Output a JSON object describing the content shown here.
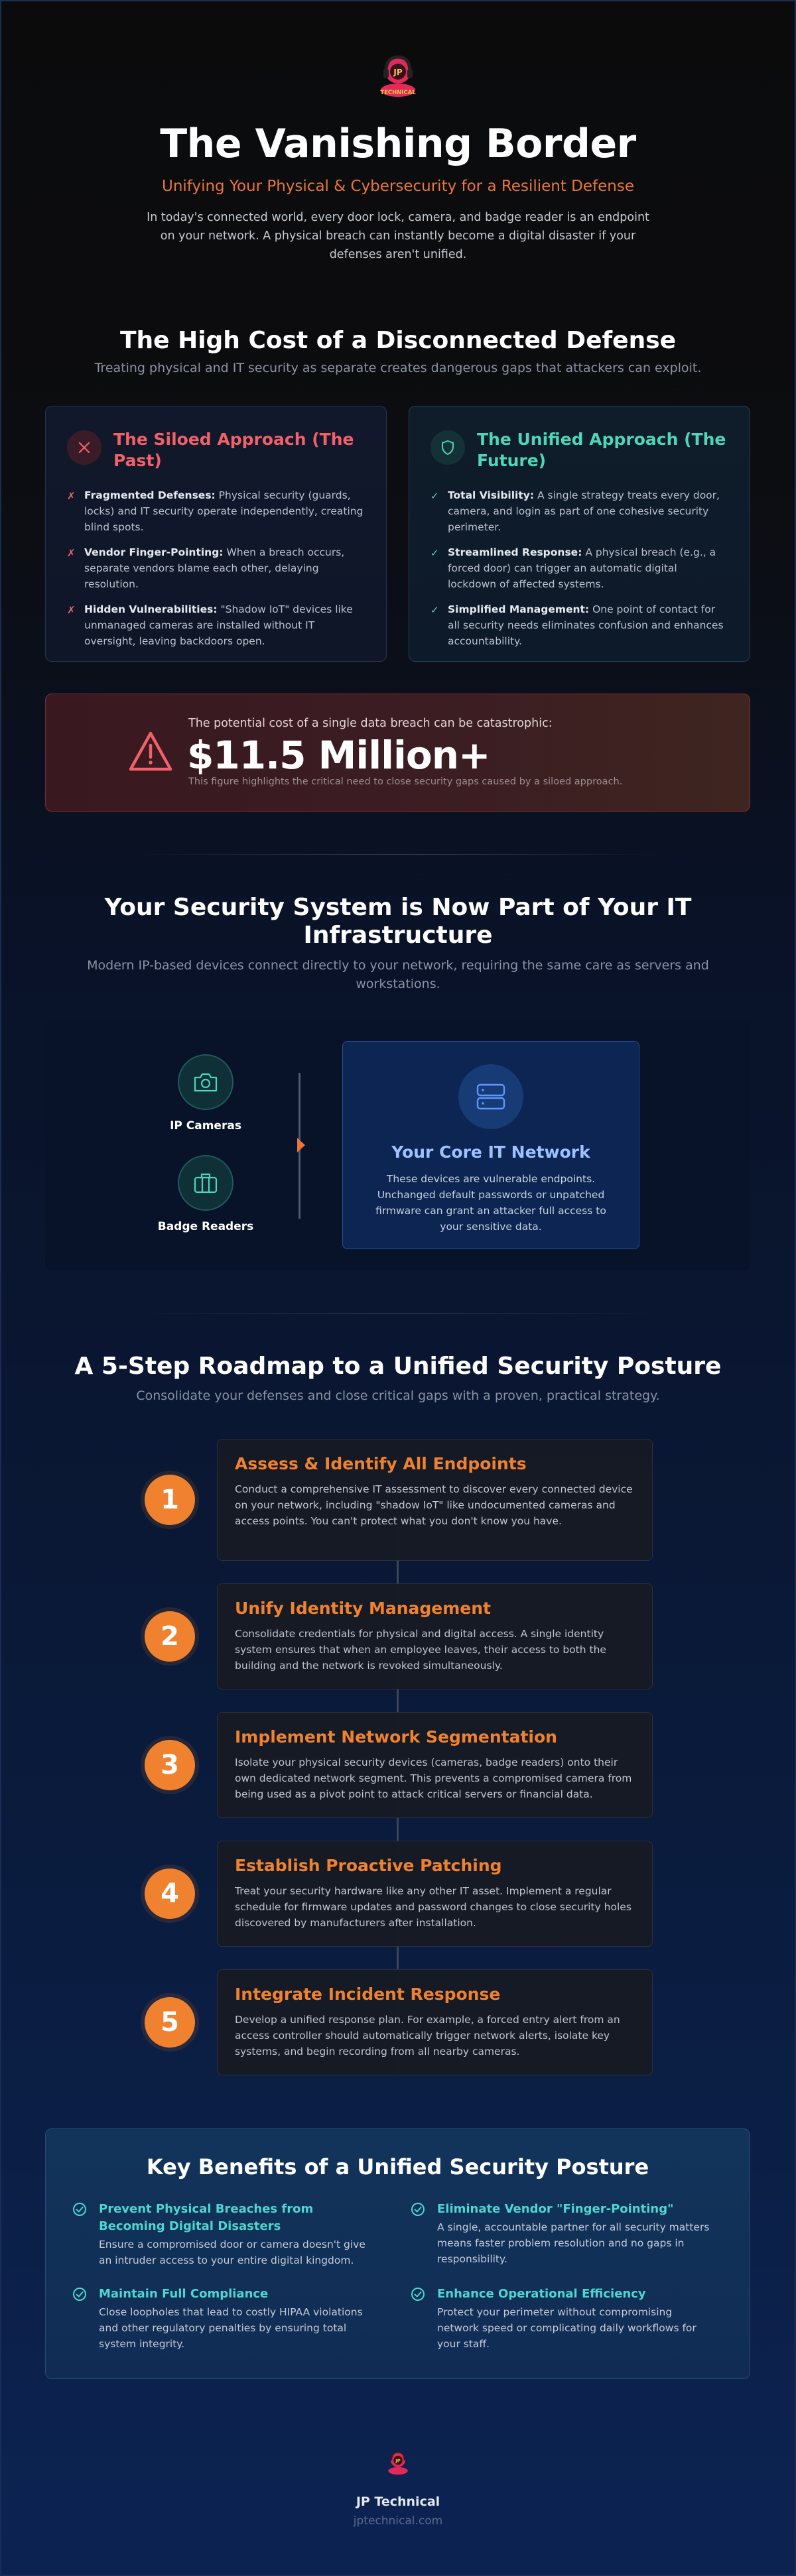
{
  "brand": {
    "logo_text": "JP TECHNICAL",
    "name": "JP Technical",
    "url": "jptechnical.com"
  },
  "hero": {
    "title": "The Vanishing Border",
    "subtitle": "Unifying Your Physical & Cybersecurity for a Resilient Defense",
    "description": "In today's connected world, every door lock, camera, and badge reader is an endpoint on your network. A physical breach can instantly become a digital disaster if your defenses aren't unified."
  },
  "cost_section": {
    "title": "The High Cost of a Disconnected Defense",
    "subtitle": "Treating physical and IT security as separate creates dangerous gaps that attackers can exploit.",
    "siloed": {
      "icon": "x-icon",
      "title": "The Siloed Approach (The Past)",
      "items": [
        {
          "bold": "Fragmented Defenses:",
          "text": " Physical security (guards, locks) and IT security operate independently, creating blind spots."
        },
        {
          "bold": "Vendor Finger-Pointing:",
          "text": " When a breach occurs, separate vendors blame each other, delaying resolution."
        },
        {
          "bold": "Hidden Vulnerabilities:",
          "text": " \"Shadow IoT\" devices like unmanaged cameras are installed without IT oversight, leaving backdoors open."
        }
      ]
    },
    "unified": {
      "icon": "shield-icon",
      "title": "The Unified Approach (The Future)",
      "items": [
        {
          "bold": "Total Visibility:",
          "text": " A single strategy treats every door, camera, and login as part of one cohesive security perimeter."
        },
        {
          "bold": "Streamlined Response:",
          "text": " A physical breach (e.g., a forced door) can trigger an automatic digital lockdown of affected systems."
        },
        {
          "bold": "Simplified Management:",
          "text": " One point of contact for all security needs eliminates confusion and enhances accountability."
        }
      ]
    },
    "breach": {
      "label": "The potential cost of a single data breach can be catastrophic:",
      "value": "$11.5 Million+",
      "note": "This figure highlights the critical need to close security gaps caused by a siloed approach."
    }
  },
  "infra_section": {
    "title": "Your Security System is Now Part of Your IT Infrastructure",
    "subtitle": "Modern IP-based devices connect directly to your network, requiring the same care as servers and workstations.",
    "devices": [
      {
        "label": "IP Cameras",
        "icon": "camera-icon"
      },
      {
        "label": "Badge Readers",
        "icon": "badge-reader-icon"
      }
    ],
    "network": {
      "icon": "server-icon",
      "title": "Your Core IT Network",
      "description": "These devices are vulnerable endpoints. Unchanged default passwords or unpatched firmware can grant an attacker full access to your sensitive data."
    }
  },
  "roadmap": {
    "title": "A 5-Step Roadmap to a Unified Security Posture",
    "subtitle": "Consolidate your defenses and close critical gaps with a proven, practical strategy.",
    "steps": [
      {
        "number": "1",
        "title": "Assess & Identify All Endpoints",
        "description": "Conduct a comprehensive IT assessment to discover every connected device on your network, including \"shadow IoT\" like undocumented cameras and access points. You can't protect what you don't know you have."
      },
      {
        "number": "2",
        "title": "Unify Identity Management",
        "description": "Consolidate credentials for physical and digital access. A single identity system ensures that when an employee leaves, their access to both the building and the network is revoked simultaneously."
      },
      {
        "number": "3",
        "title": "Implement Network Segmentation",
        "description": "Isolate your physical security devices (cameras, badge readers) onto their own dedicated network segment. This prevents a compromised camera from being used as a pivot point to attack critical servers or financial data."
      },
      {
        "number": "4",
        "title": "Establish Proactive Patching",
        "description": "Treat your security hardware like any other IT asset. Implement a regular schedule for firmware updates and password changes to close security holes discovered by manufacturers after installation."
      },
      {
        "number": "5",
        "title": "Integrate Incident Response",
        "description": "Develop a unified response plan. For example, a forced entry alert from an access controller should automatically trigger network alerts, isolate key systems, and begin recording from all nearby cameras."
      }
    ]
  },
  "benefits": {
    "title": "Key Benefits of a Unified Security Posture",
    "items": [
      {
        "title": "Prevent Physical Breaches from Becoming Digital Disasters",
        "description": "Ensure a compromised door or camera doesn't give an intruder access to your entire digital kingdom."
      },
      {
        "title": "Eliminate Vendor \"Finger-Pointing\"",
        "description": "A single, accountable partner for all security matters means faster problem resolution and no gaps in responsibility."
      },
      {
        "title": "Maintain Full Compliance",
        "description": "Close loopholes that lead to costly HIPAA violations and other regulatory penalties by ensuring total system integrity."
      },
      {
        "title": "Enhance Operational Efficiency",
        "description": "Protect your perimeter without compromising network speed or complicating daily workflows for your staff."
      }
    ]
  },
  "colors": {
    "accent_orange": "#e8763a",
    "danger_red": "#f0616a",
    "teal": "#4fd6b6",
    "network_blue": "#9ec1ff"
  }
}
